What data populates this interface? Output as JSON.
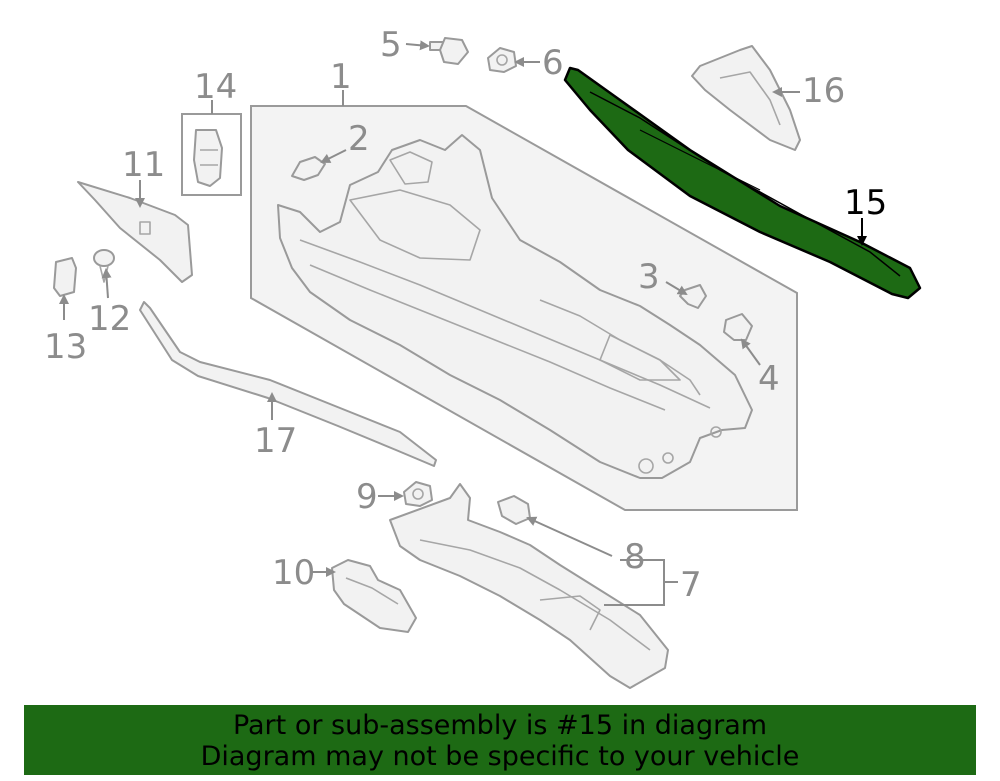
{
  "diagram": {
    "highlight_part": "15",
    "highlight_color": "#1d6a14",
    "callouts": [
      "1",
      "2",
      "3",
      "4",
      "5",
      "6",
      "7",
      "8",
      "9",
      "10",
      "11",
      "12",
      "13",
      "14",
      "15",
      "16",
      "17"
    ]
  },
  "banner": {
    "line1": "Part or sub-assembly is #15 in diagram",
    "line2": "Diagram may not be specific to your vehicle",
    "background": "#1d6a14"
  }
}
